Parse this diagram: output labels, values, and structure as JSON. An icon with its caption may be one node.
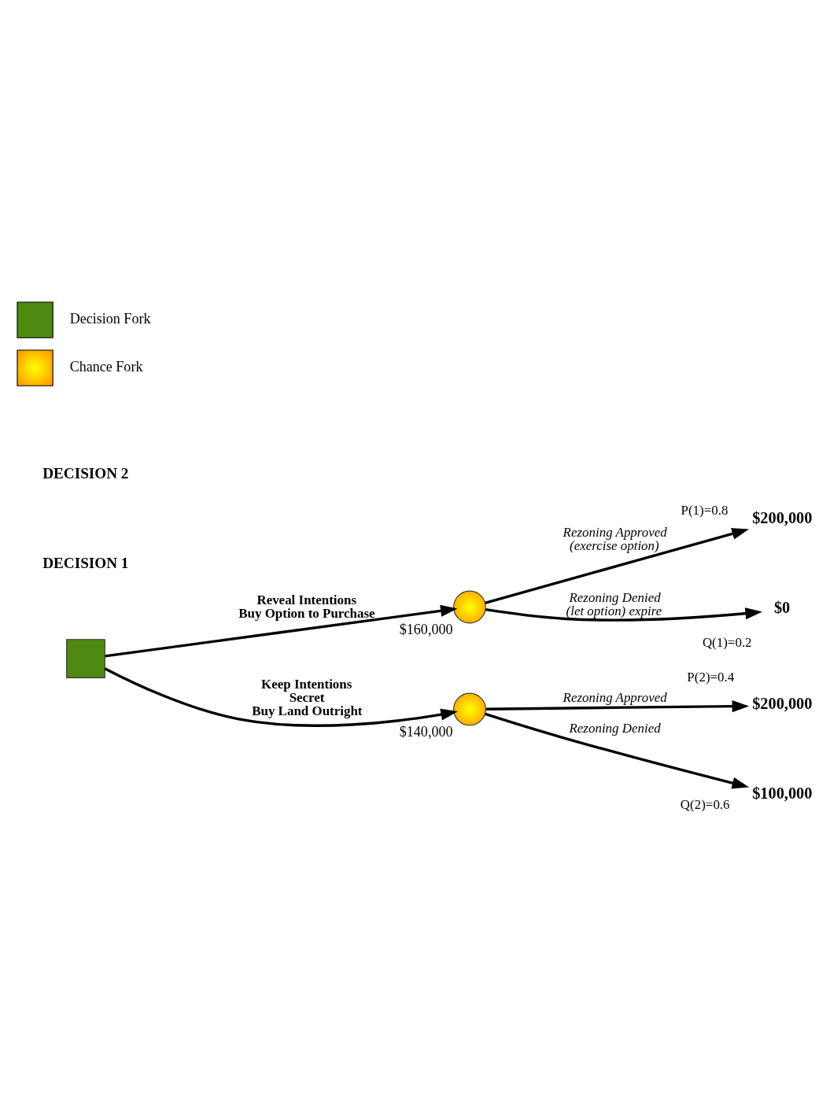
{
  "diagram": {
    "nodes": [
      {
        "text": [],
        "shape": "box"
      },
      {
        "text": [],
        "shape": "circle",
        "beside": [
          "$160,000"
        ]
      },
      {
        "text": [
          "$200,000"
        ]
      },
      {
        "text": [
          "$0"
        ]
      },
      {
        "text": [],
        "shape": "circle",
        "beside": [
          "$140,000"
        ]
      },
      {
        "text": [
          "$200,000"
        ]
      },
      {
        "text": [
          "$100,000"
        ]
      }
    ],
    "edges": [
      {
        "from": 0,
        "to": 1,
        "arrow": "to",
        "label": "Reveal Intentions"
      },
      {
        "from": 1,
        "to": 2,
        "arrow": "to",
        "label": "Rezoning Approved (exercise option)"
      },
      {
        "from": 1,
        "to": 3,
        "arrow": "to",
        "label": "Rezoning Denied (let option) expire"
      },
      {
        "from": 0,
        "to": 4,
        "arrow": "to",
        "label": "Keep Intentions Secret"
      },
      {
        "from": 4,
        "to": 5,
        "arrow": "to",
        "label": "Rezoning Approved"
      },
      {
        "from": 4,
        "to": 6,
        "arrow": "to",
        "label": "Rezoning Denied"
      }
    ],
    "labels": [
      "DECISION 1",
      "Buy Option to Purchase",
      "P(1)=0.8",
      "Q(1)=0.2",
      "DECISION 2",
      "Buy Land Outright",
      "P(2)=0.4",
      "Q(2)=0.6"
    ],
    "legend": [
      {
        "text": "Decision Fork"
      },
      {
        "text": "Chance Fork"
      }
    ]
  }
}
